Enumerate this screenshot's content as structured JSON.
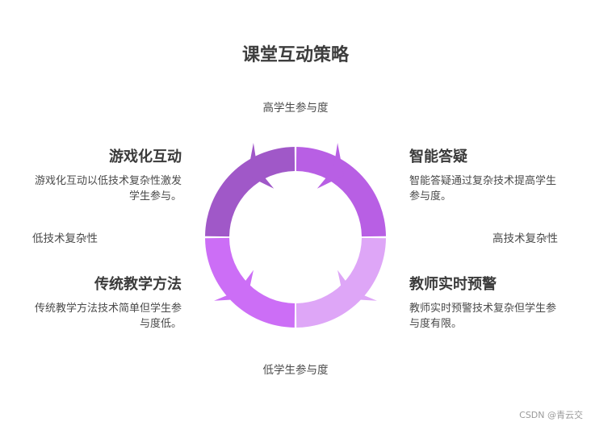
{
  "title": "课堂互动策略",
  "axes": {
    "top": "高学生参与度",
    "bottom": "低学生参与度",
    "left": "低技术复杂性",
    "right": "高技术复杂性"
  },
  "quadrants": {
    "top_left": {
      "title": "游戏化互动",
      "desc": "游戏化互动以低技术复杂性激发学生参与。",
      "color": "#a058c8"
    },
    "top_right": {
      "title": "智能答疑",
      "desc": "智能答疑通过复杂技术提高学生参与度。",
      "color": "#b85fe4"
    },
    "bottom_left": {
      "title": "传统教学方法",
      "desc": "传统教学方法技术简单但学生参与度低。",
      "color": "#cc6ef6"
    },
    "bottom_right": {
      "title": "教师实时预警",
      "desc": "教师实时预警技术复杂但学生参与度有限。",
      "color": "#dea6f7"
    }
  },
  "watermark": "CSDN @青云交"
}
